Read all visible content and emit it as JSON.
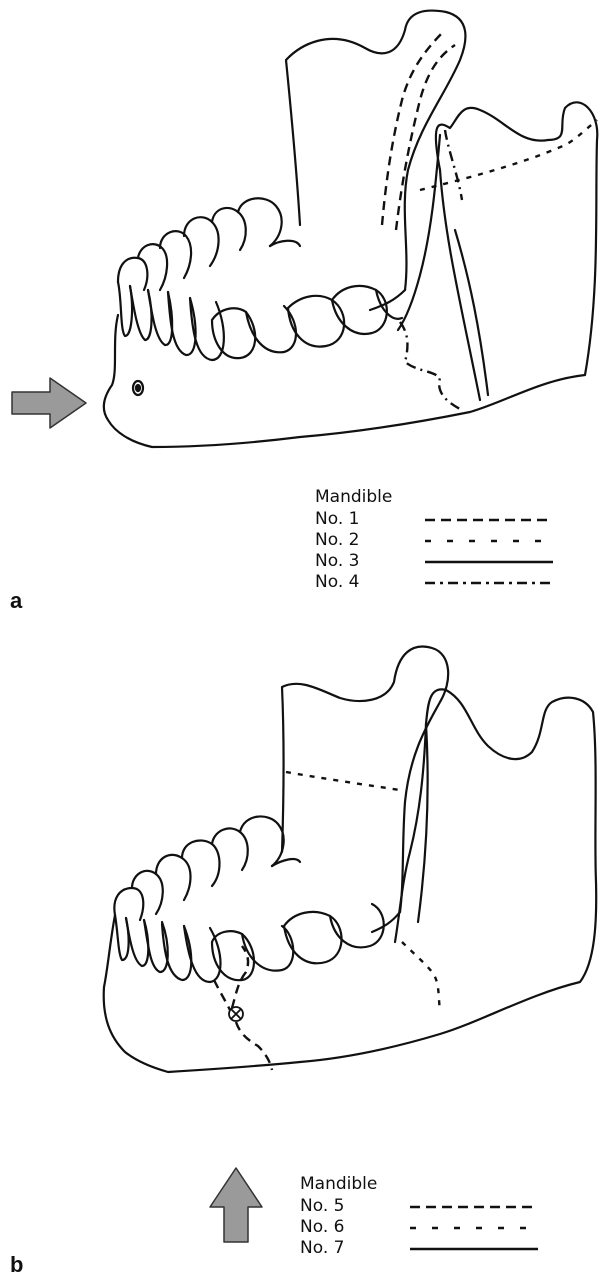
{
  "panel_a": {
    "label": "a",
    "legend": {
      "title": "Mandible",
      "items": [
        {
          "label": "No. 1",
          "style": "dashed"
        },
        {
          "label": "No. 2",
          "style": "short-dashed"
        },
        {
          "label": "No. 3",
          "style": "solid"
        },
        {
          "label": "No. 4",
          "style": "dash-dot"
        }
      ]
    },
    "impact_arrow": {
      "direction": "right",
      "color": "#9a9a9a"
    }
  },
  "panel_b": {
    "label": "b",
    "legend": {
      "title": "Mandible",
      "items": [
        {
          "label": "No. 5",
          "style": "dashed"
        },
        {
          "label": "No. 6",
          "style": "short-dashed"
        },
        {
          "label": "No. 7",
          "style": "solid"
        }
      ]
    },
    "impact_arrow": {
      "direction": "up",
      "color": "#9a9a9a"
    }
  },
  "colors": {
    "line": "#111111",
    "arrow_fill": "#9a9a9a",
    "background": "#ffffff"
  }
}
